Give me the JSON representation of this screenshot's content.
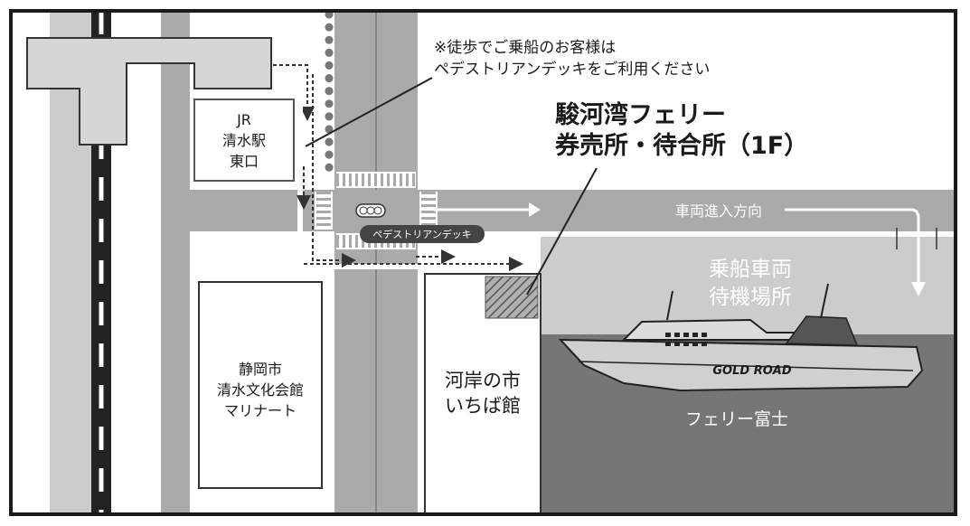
{
  "notice": {
    "line1": "※徒歩でご乗船のお客様は",
    "line2": "ペデストリアンデッキをご利用ください"
  },
  "terminal": {
    "line1": "駿河湾フェリー",
    "line2": "券売所・待合所（1F）"
  },
  "station": {
    "line1": "JR",
    "line2": "清水駅",
    "line3": "東口"
  },
  "culture_hall": {
    "line1": "静岡市",
    "line2": "清水文化会館",
    "line3": "マリナート"
  },
  "market": {
    "line1": "河岸の市",
    "line2": "いちば館"
  },
  "waiting_area": {
    "line1": "乗船車両",
    "line2": "待機場所"
  },
  "vehicle_direction": "車両進入方向",
  "deck_label": "ペデストリアンデッキ",
  "ship": {
    "hull_text": "GOLD ROAD",
    "name": "フェリー富士"
  },
  "colors": {
    "frame": "#1a1a1a",
    "road": "#aaaaaa",
    "area": "#cccccc",
    "water": "#767676",
    "text": "#1a1a1a"
  }
}
